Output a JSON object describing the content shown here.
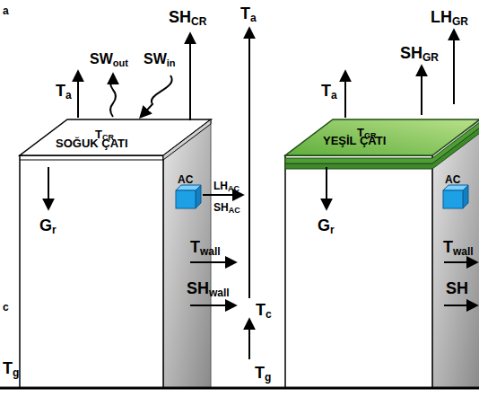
{
  "diagram": {
    "nodes": [
      {
        "text": [
          "SOĞUK ÇATI"
        ]
      },
      {
        "text": [
          "YEŞİL ÇATI"
        ]
      }
    ],
    "labels": [
      "a",
      "Ta",
      "SWout",
      "SWin",
      "TCR",
      "SHCR",
      "Gr",
      "AC",
      "LHAC",
      "SHAC",
      "Twall",
      "SHwall",
      "c",
      "Tg",
      "Ta",
      "Tc",
      "Tg",
      "Ta",
      "TGR",
      "SHGR",
      "LHGR",
      "Gr",
      "AC",
      "Twall",
      "SH"
    ]
  }
}
